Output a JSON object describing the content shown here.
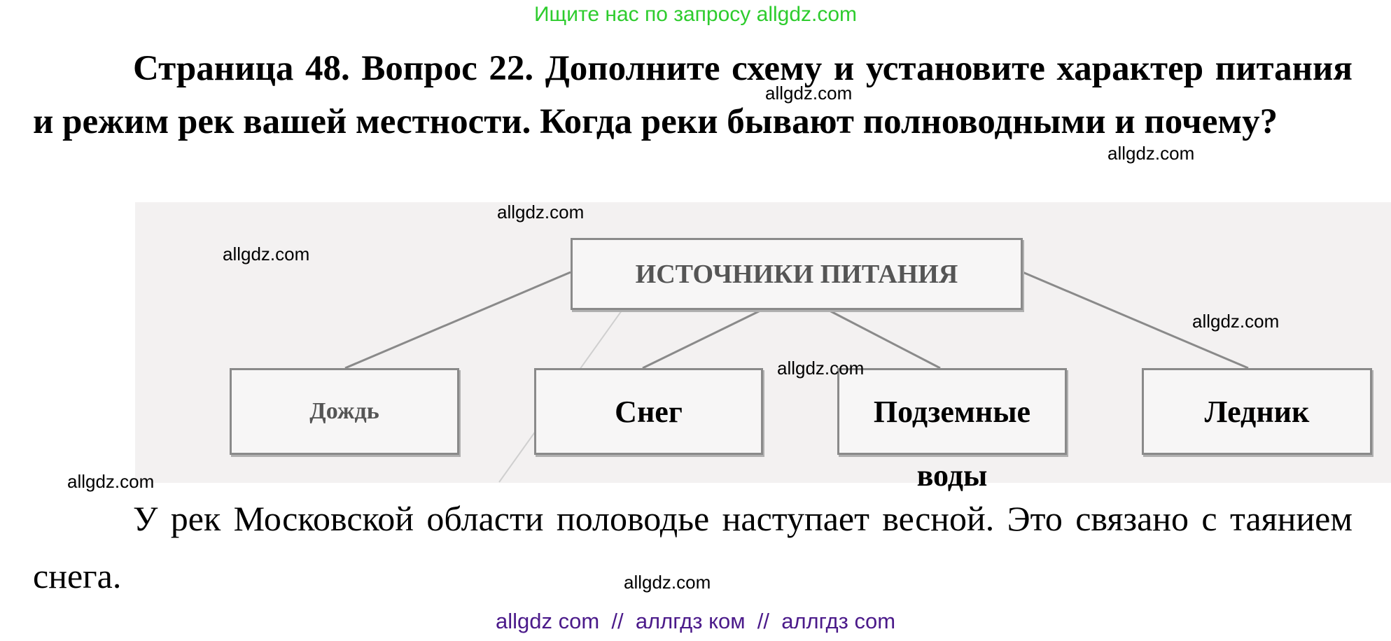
{
  "header_note": "Ищите нас по запросу allgdz.com",
  "question": "Страница 48. Вопрос 22. Дополните схему и установите характер питания и режим рек вашей местности. Когда реки бывают полноводными и почему?",
  "diagram": {
    "root": "ИСТОЧНИКИ ПИТАНИЯ",
    "children": [
      "Дождь",
      "Снег",
      "Подземные",
      "воды",
      "Ледник"
    ]
  },
  "answer": "У рек Московской области половодье наступает весной. Это связано с таянием снега.",
  "watermark": "allgdz.com",
  "footer": "allgdz com  //  аллгдз ком  //  аллгдз com",
  "colors": {
    "header_note": "#2ecc2e",
    "footer": "#4b1a8a"
  }
}
